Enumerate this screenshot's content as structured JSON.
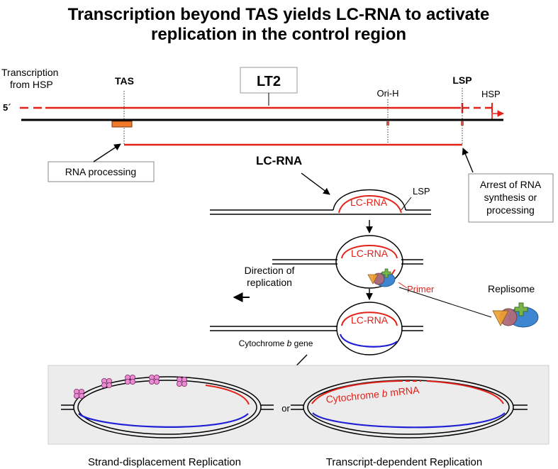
{
  "title": {
    "line1": "Transcription beyond TAS yields LC-RNA to activate",
    "line2": "replication in the control region"
  },
  "top_map": {
    "hsp_source_line1": "Transcription",
    "hsp_source_line2": "from HSP",
    "five_prime": "5´",
    "tas": "TAS",
    "lt2": "LT2",
    "ori_h": "Ori-H",
    "lsp": "LSP",
    "hsp": "HSP",
    "lc_rna": "LC-RNA"
  },
  "boxes": {
    "rna_processing": "RNA processing",
    "arrest_line1": "Arrest of RNA",
    "arrest_line2": "synthesis or",
    "arrest_line3": "processing"
  },
  "steps": {
    "lsp_small": "LSP",
    "lc_rna_1": "LC-RNA",
    "lc_rna_2": "LC-RNA",
    "lc_rna_3": "LC-RNA",
    "primer": "Primer",
    "replisome": "Replisome",
    "direction_line1": "Direction of",
    "direction_line2": "replication",
    "cytb_gene_prefix": "Cytochrome ",
    "cytb_gene_italic": "b",
    "cytb_gene_suffix": " gene"
  },
  "bottom": {
    "or": "or",
    "mrna_prefix": "Cytochrome ",
    "mrna_italic": "b",
    "mrna_suffix": " mRNA",
    "caption_left": "Strand-displacement Replication",
    "caption_right": "Transcript-dependent Replication"
  },
  "colors": {
    "red": "#e32119",
    "blue": "#1f1fd6",
    "panel": "#ececec",
    "orange_mark": "#f07a2a",
    "pink": "#e88bd0"
  }
}
